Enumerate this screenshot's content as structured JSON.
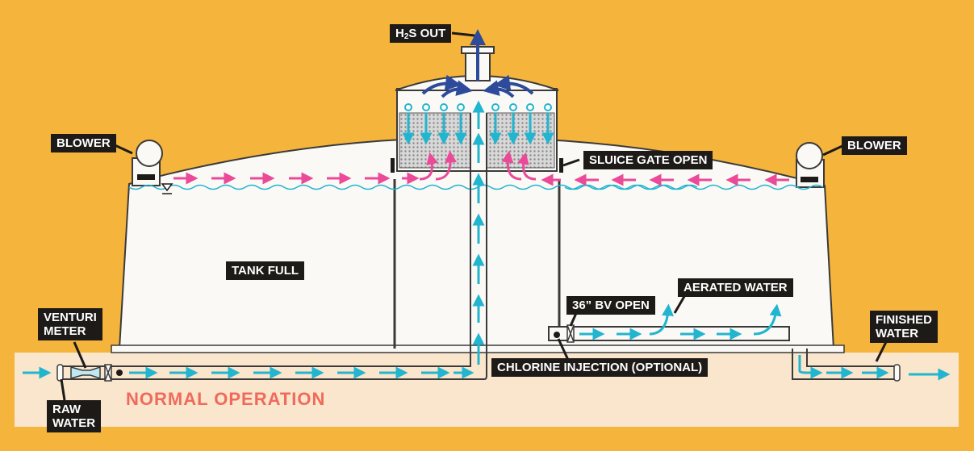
{
  "labels": {
    "h2s_out_main": "H",
    "h2s_out_sub": "2",
    "h2s_out_rest": "S OUT",
    "blower_left": "BLOWER",
    "blower_right": "BLOWER",
    "sluice_gate": "SLUICE GATE OPEN",
    "tank_full": "TANK FULL",
    "aerated_water": "AERATED WATER",
    "bv_open": "36” BV OPEN",
    "venturi_line1": "VENTURI",
    "venturi_line2": "METER",
    "finished_line1": "FINISHED",
    "finished_line2": "WATER",
    "chlorine": "CHLORINE INJECTION (OPTIONAL)",
    "raw_line1": "RAW",
    "raw_line2": "WATER"
  },
  "title": "NORMAL OPERATION",
  "colors": {
    "background": "#f5b43c",
    "ground": "#f9e6cc",
    "tank": "#faf9f6",
    "water_flow": "#22b5cf",
    "air_flow": "#ea4a98",
    "gas_flow": "#2e4b9b",
    "label_bg": "#1d1a18",
    "title": "#f06a5b"
  }
}
